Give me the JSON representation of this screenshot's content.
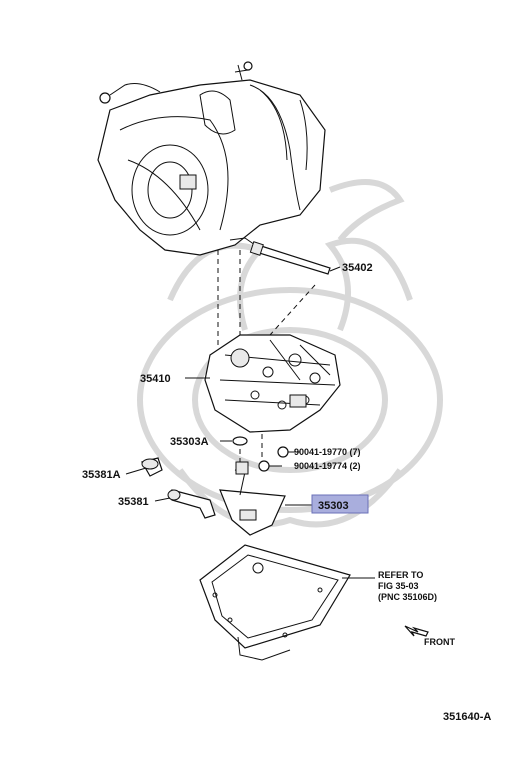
{
  "labels": {
    "p35402": "35402",
    "p35410": "35410",
    "p35303A": "35303A",
    "p90041_19770": "90041-19770 (7)",
    "p90041_19774": "90041-19774 (2)",
    "p35381A": "35381A",
    "p35381": "35381",
    "p35303": "35303",
    "refer_line1": "REFER TO",
    "refer_line2": "FIG 35-03",
    "refer_line3": "(PNC 35106D)",
    "front": "FRONT",
    "figure_id": "351640-A"
  },
  "highlight": {
    "part": "35303",
    "color": "#a9aedd"
  }
}
